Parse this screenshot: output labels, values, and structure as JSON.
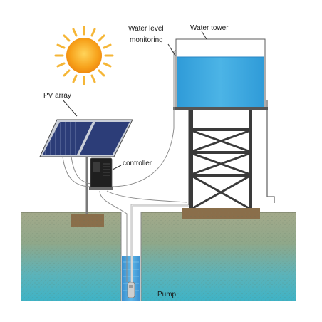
{
  "labels": {
    "water_level_line1": "Water level",
    "water_level_line2": "monitoring",
    "water_tower": "Water tower",
    "pv_array": "PV array",
    "controller": "controller",
    "pump": "Pump"
  },
  "colors": {
    "sun_core": "#f7a21b",
    "sun_rays": "#f5b637",
    "tank_water": "#3aa7df",
    "soil": "#8c9a79",
    "groundwater": "#4fb7c8",
    "panel": "#2c3d78",
    "controller": "#202020",
    "tower_frame": "#333333"
  },
  "icons": [
    "sun-icon",
    "solar-panel-icon",
    "controller-box-icon",
    "pump-icon",
    "water-tower-icon"
  ]
}
